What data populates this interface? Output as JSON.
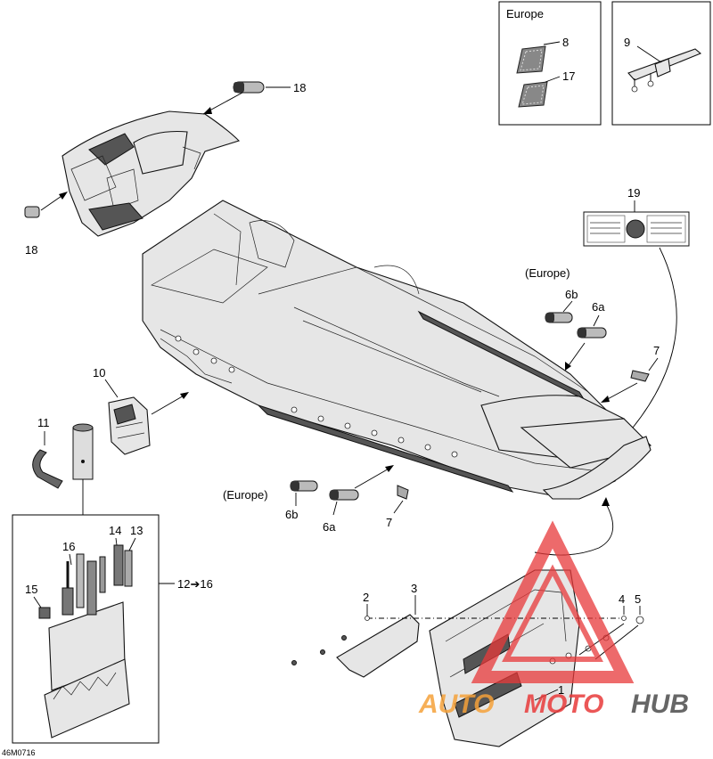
{
  "diagram": {
    "code": "46M0716",
    "europe_box_title": "Europe",
    "labels": {
      "p1": "1",
      "p2": "2",
      "p3": "3",
      "p4": "4",
      "p5": "5",
      "p6a_top": "6a",
      "p6b_top": "6b",
      "europe_top": "(Europe)",
      "p6a_bottom": "6a",
      "p6b_bottom": "6b",
      "europe_bottom": "(Europe)",
      "p7_top": "7",
      "p7_bottom": "7",
      "p8": "8",
      "p9": "9",
      "p10": "10",
      "p11": "11",
      "p12_16": "12➔16",
      "p13": "13",
      "p14": "14",
      "p15": "15",
      "p16": "16",
      "p17": "17",
      "p18_top": "18",
      "p18_left": "18",
      "p19": "19"
    }
  },
  "watermark": {
    "text_a": "AUTO",
    "text_b": "MOTO",
    "text_c": "HUB",
    "color_red": "#e8393a",
    "color_orange": "#f4a13a",
    "color_gray": "#555555"
  }
}
